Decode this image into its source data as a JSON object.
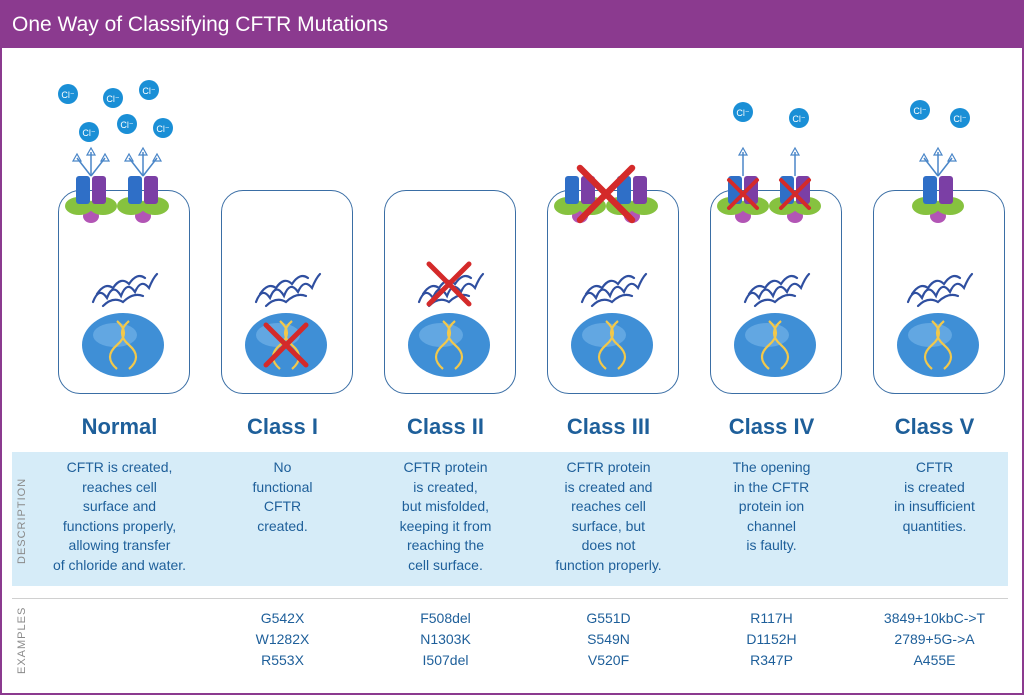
{
  "title": "One Way of Classifying CFTR Mutations",
  "side_labels": {
    "description": "DESCRIPTION",
    "examples": "EXAMPLES"
  },
  "ion_label": "Cl",
  "classes": [
    {
      "name": "Normal",
      "description": "CFTR is created,\nreaches cell\nsurface and\nfunctions properly,\nallowing transfer\nof chloride and water.",
      "examples": ""
    },
    {
      "name": "Class I",
      "description": "No\nfunctional\nCFTR\ncreated.",
      "examples": "G542X\nW1282X\nR553X"
    },
    {
      "name": "Class II",
      "description": "CFTR protein\nis created,\nbut misfolded,\nkeeping it from\nreaching the\ncell surface.",
      "examples": "F508del\nN1303K\nI507del"
    },
    {
      "name": "Class III",
      "description": "CFTR protein\nis created and\nreaches cell\nsurface, but\ndoes not\nfunction properly.",
      "examples": "G551D\nS549N\nV520F"
    },
    {
      "name": "Class IV",
      "description": "The opening\nin the CFTR\nprotein ion\nchannel\nis faulty.",
      "examples": "R117H\nD1152H\nR347P"
    },
    {
      "name": "Class V",
      "description": "CFTR\nis created\nin insufficient\nquantities.",
      "examples": "3849+10kbC->T\n2789+5G->A\nA455E"
    }
  ],
  "colors": {
    "accent": "#8b3a8f",
    "text": "#1e5f9a",
    "band": "#d6ecf8",
    "ion": "#1a8fd6",
    "x": "#d42a2a"
  }
}
